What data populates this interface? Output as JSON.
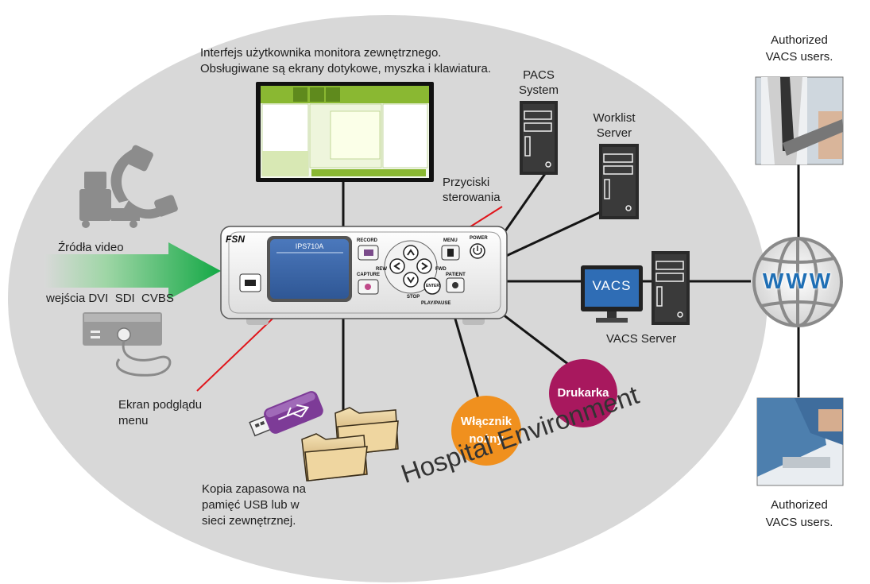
{
  "labels": {
    "monitor_ui_line1": "Interfejs użytkownika monitora zewnętrznego.",
    "monitor_ui_line2": "Obsługiwane są ekrany dotykowe, myszka i klawiatura.",
    "pacs_line1": "PACS",
    "pacs_line2": "System",
    "worklist_line1": "Worklist",
    "worklist_line2": "Server",
    "authorized_top_line1": "Authorized",
    "authorized_top_line2": "VACS users.",
    "authorized_bottom_line1": "Authorized",
    "authorized_bottom_line2": "VACS users.",
    "buttons_line1": "Przyciski",
    "buttons_line2": "sterowania",
    "video_sources": "Źródła video",
    "video_inputs": "wejścia DVI  SDI  CVBS",
    "vacs_server": "VACS Server",
    "vacs_logo": "VACS",
    "www": "WWW",
    "preview_line1": "Ekran podglądu",
    "preview_line2": "menu",
    "backup_line1": "Kopia zapasowa na",
    "backup_line2": "pamięć USB lub w",
    "backup_line3": "sieci zewnętrznej.",
    "footswitch_line1": "Włącznik",
    "footswitch_line2": "nożny",
    "printer": "Drukarka",
    "hospital_environment": "Hospital Environment"
  },
  "device": {
    "brand": "FSN",
    "model": "IPS710A",
    "record": "RECORD",
    "capture": "CAPTURE",
    "menu": "MENU",
    "power": "POWER",
    "patient": "PATIENT",
    "enter": "ENTER",
    "rew": "REW",
    "fwd": "FWD",
    "stop": "STOP",
    "play_pause": "PLAY/PAUSE"
  },
  "colors": {
    "ellipse": "#d9d9d9",
    "arrow_green": "#1fb14a",
    "red_pointer": "#e0151b",
    "printer": "#a8185e",
    "footswitch": "#f0901e",
    "usb_purple": "#7d3b97",
    "screen_blue": "#3f6db0",
    "monitor_green": "#8ab832",
    "www_blue": "#1f6fb5"
  }
}
